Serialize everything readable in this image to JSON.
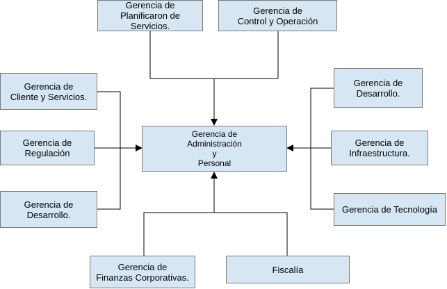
{
  "colors": {
    "box_fill": "#d6e6f3",
    "box_border": "#7a7a7a",
    "line": "#000000"
  },
  "center": {
    "label": "Gerencia de\nAdministración\ny\nPersonal"
  },
  "top": [
    {
      "label": "Gerencia de\nPlanificaron de\nServicios."
    },
    {
      "label": "Gerencia de\nControl y Operación"
    }
  ],
  "left": [
    {
      "label": "Gerencia de\nCliente y Servicios."
    },
    {
      "label": "Gerencia de\nRegulación"
    },
    {
      "label": "Gerencia de\nDesarrollo."
    }
  ],
  "right": [
    {
      "label": "Gerencia de\nDesarrollo."
    },
    {
      "label": "Gerencia de\nInfraestructura."
    },
    {
      "label": "Gerencia de Tecnología"
    }
  ],
  "bottom": [
    {
      "label": "Gerencia de\nFinanzas Corporativas."
    },
    {
      "label": "Fiscalía"
    }
  ]
}
